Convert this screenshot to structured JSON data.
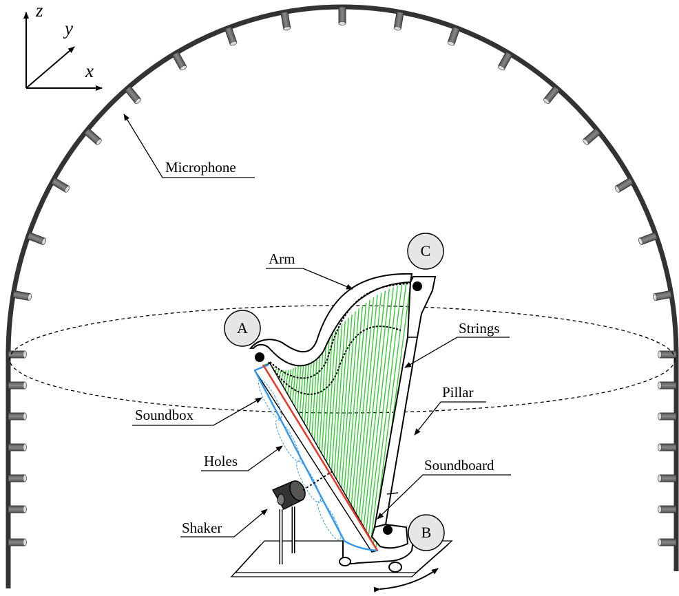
{
  "axes": {
    "z": "z",
    "y": "y",
    "x": "x"
  },
  "points": {
    "A": "A",
    "B": "B",
    "C": "C"
  },
  "labels": {
    "microphone": "Microphone",
    "arm": "Arm",
    "strings": "Strings",
    "pillar": "Pillar",
    "soundbox": "Soundbox",
    "holes": "Holes",
    "soundboard": "Soundboard",
    "shaker": "Shaker"
  },
  "colors": {
    "arc": "#333333",
    "strings": "#33cc33",
    "soundbox_edge": "#3399ee",
    "soundboard_line": "#ee3322",
    "point_fill": "#e6e6e6"
  }
}
